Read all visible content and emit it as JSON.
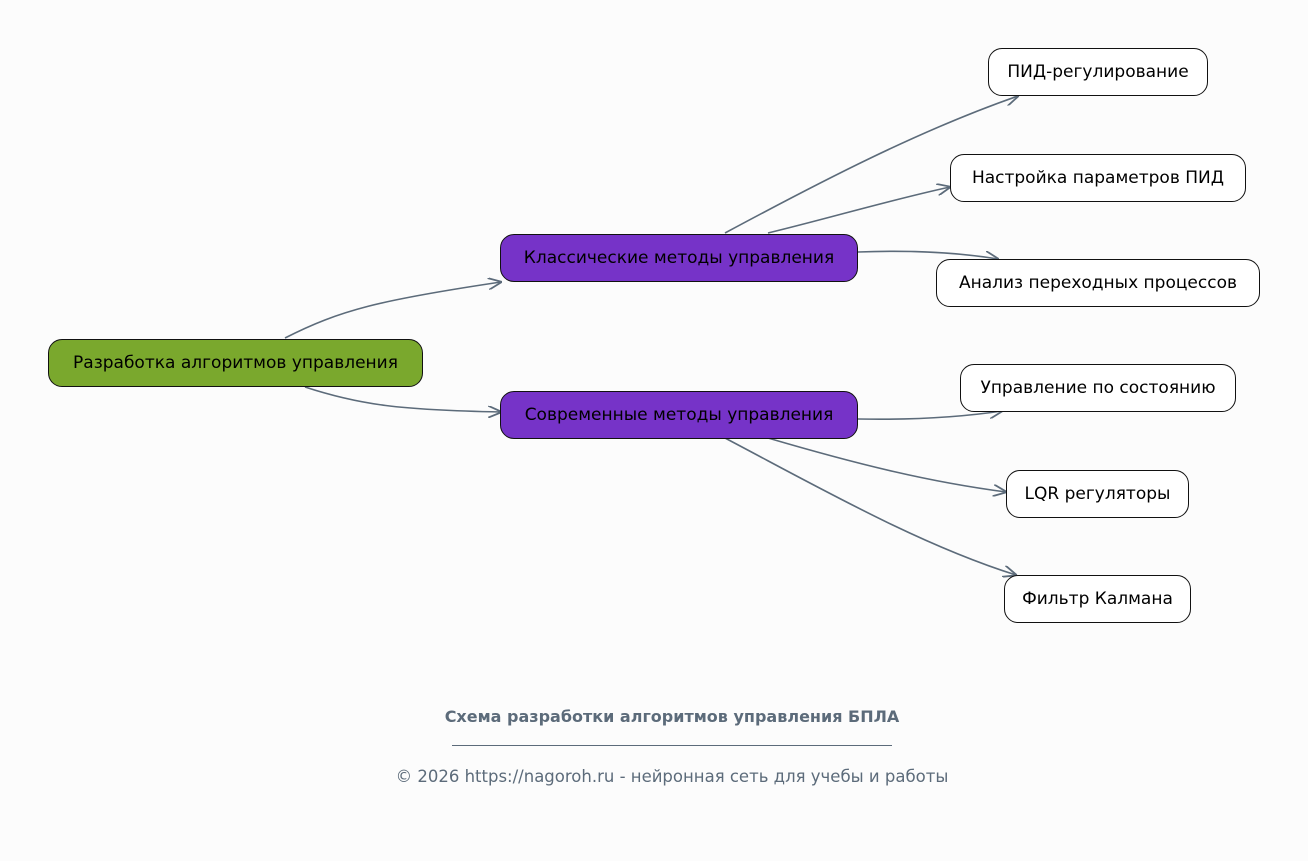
{
  "diagram": {
    "root": {
      "label": "Разработка алгоритмов управления",
      "color": "#7aa82d"
    },
    "branches": [
      {
        "label": "Классические методы управления",
        "color": "#7633c8",
        "children": [
          "ПИД-регулирование",
          "Настройка параметров ПИД",
          "Анализ переходных процессов"
        ]
      },
      {
        "label": "Современные методы управления",
        "color": "#7633c8",
        "children": [
          "Управление по состоянию",
          "LQR регуляторы",
          "Фильтр Калмана"
        ]
      }
    ],
    "edge_color": "#5c6b7a"
  },
  "caption": {
    "title": "Схема разработки алгоритмов управления БПЛА",
    "footer": "© 2026 https://nagoroh.ru - нейронная сеть для учебы и работы"
  }
}
